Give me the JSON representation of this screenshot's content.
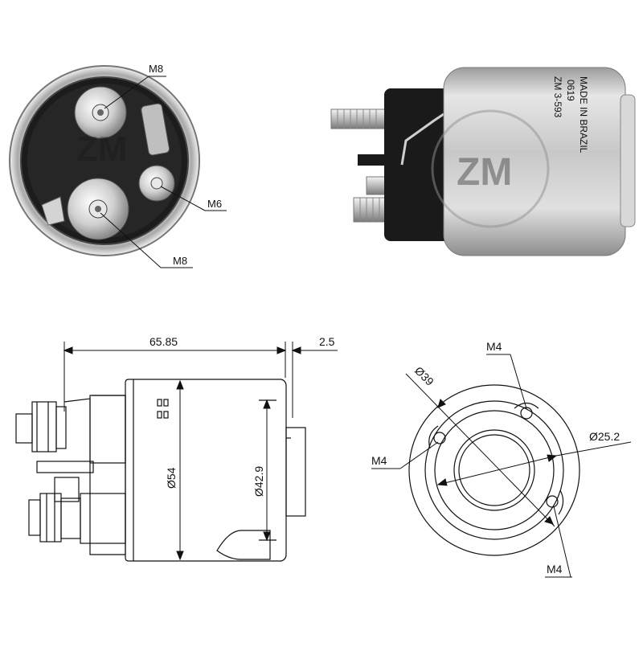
{
  "labels": {
    "top_left_m8_upper": "M8",
    "top_left_m6": "M6",
    "top_left_m8_lower": "M8",
    "dim_length": "65.85",
    "dim_offset": "2.5",
    "dim_body_diameter": "Ø54",
    "dim_inner_diameter": "Ø42.9",
    "dim_outer_circle": "Ø39",
    "dim_center_bore": "Ø25.2",
    "dim_m4_top": "M4",
    "dim_m4_left": "M4",
    "dim_m4_bottom": "M4"
  },
  "product_marking": {
    "line1": "ZM 3-593",
    "line2": "0619",
    "line3": "MADE IN BRAZIL"
  },
  "watermark": "ZM"
}
